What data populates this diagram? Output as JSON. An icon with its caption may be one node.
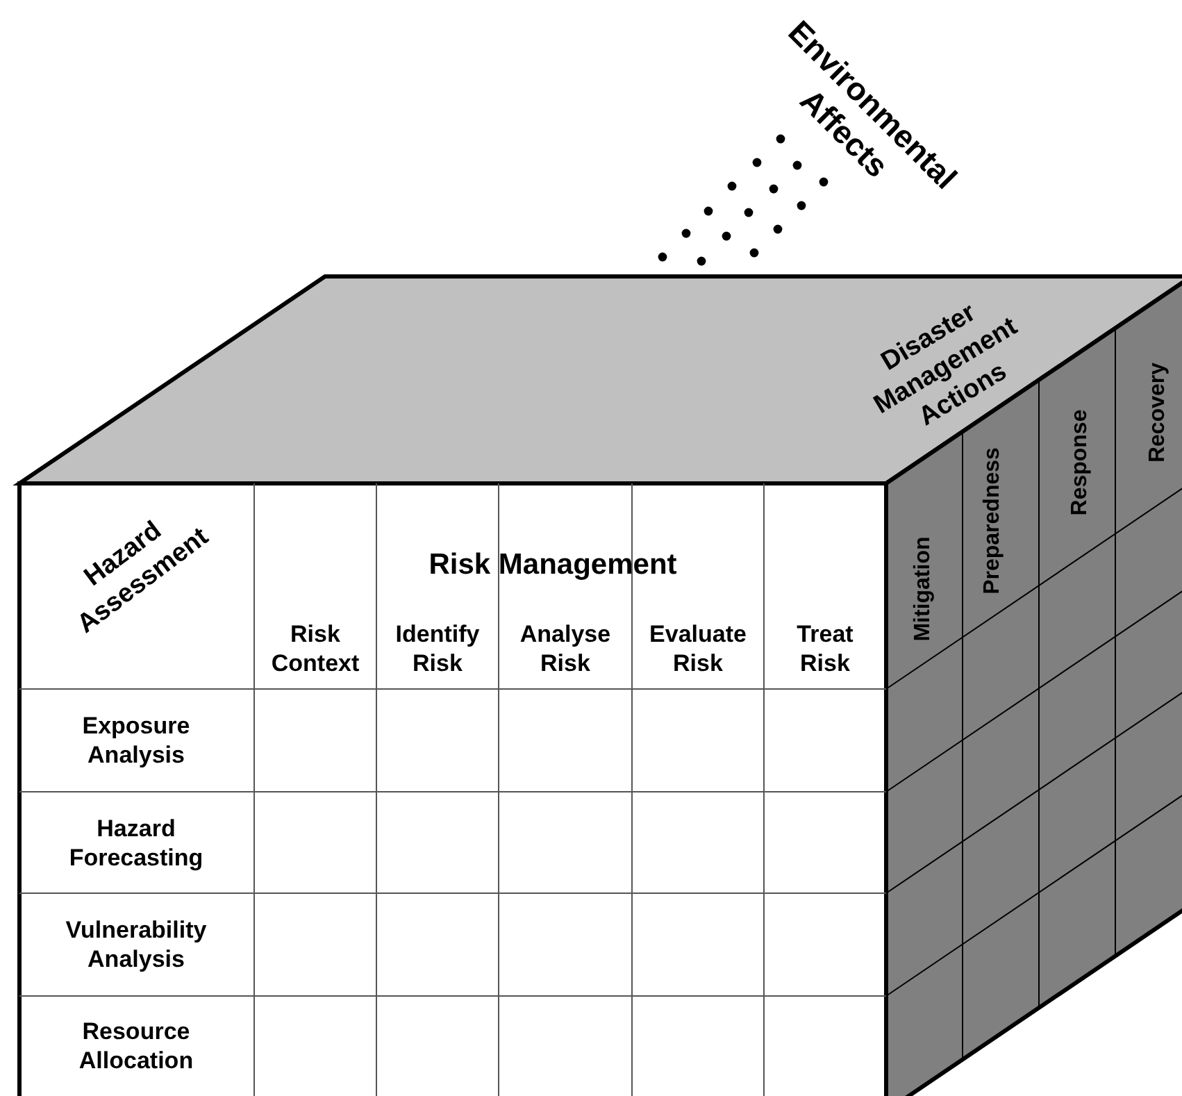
{
  "diagram": {
    "labels": [
      "Environmental Affects",
      "Disaster Management Actions",
      "Hazard Assessment",
      "Risk Management",
      "Risk Context",
      "Identify Risk",
      "Analyse Risk",
      "Evaluate Risk",
      "Treat Risk",
      "Mitigation",
      "Preparedness",
      "Response",
      "Recovery",
      "Exposure Analysis",
      "Hazard Forecasting",
      "Vulnerability Analysis",
      "Resource Allocation"
    ]
  }
}
